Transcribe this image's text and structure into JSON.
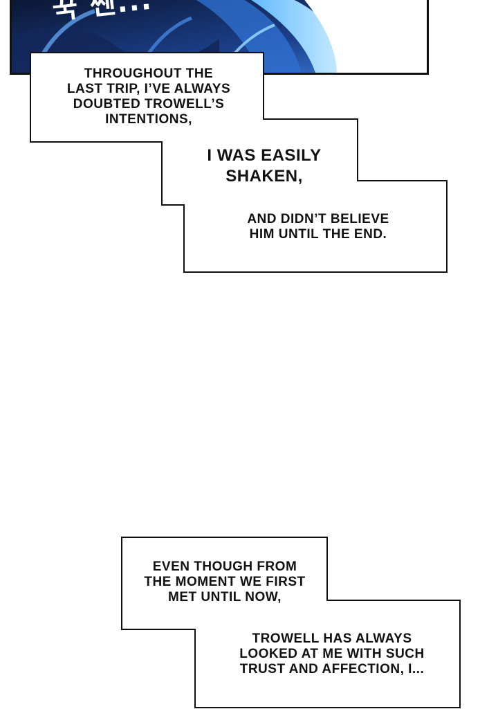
{
  "panel": {
    "sfx": "꾹 쎈..."
  },
  "captions": {
    "c1": [
      "THROUGHOUT THE",
      "LAST TRIP, I’VE ALWAYS",
      "DOUBTED TROWELL’S",
      "INTENTIONS,"
    ],
    "c2": [
      "I WAS EASILY",
      "SHAKEN,"
    ],
    "c3": [
      "AND DIDN’T BELIEVE",
      "HIM UNTIL THE END."
    ],
    "c4": [
      "EVEN THOUGH FROM",
      "THE MOMENT WE FIRST",
      "MET UNTIL NOW,"
    ],
    "c5": [
      "TROWELL HAS ALWAYS",
      "LOOKED AT ME WITH SUCH",
      "TRUST AND AFFECTION, I..."
    ]
  },
  "colors": {
    "panel_dark": "#0b1a3a",
    "panel_blue": "#2a6fd6",
    "panel_light": "#9fdcff",
    "ink": "#111111"
  }
}
